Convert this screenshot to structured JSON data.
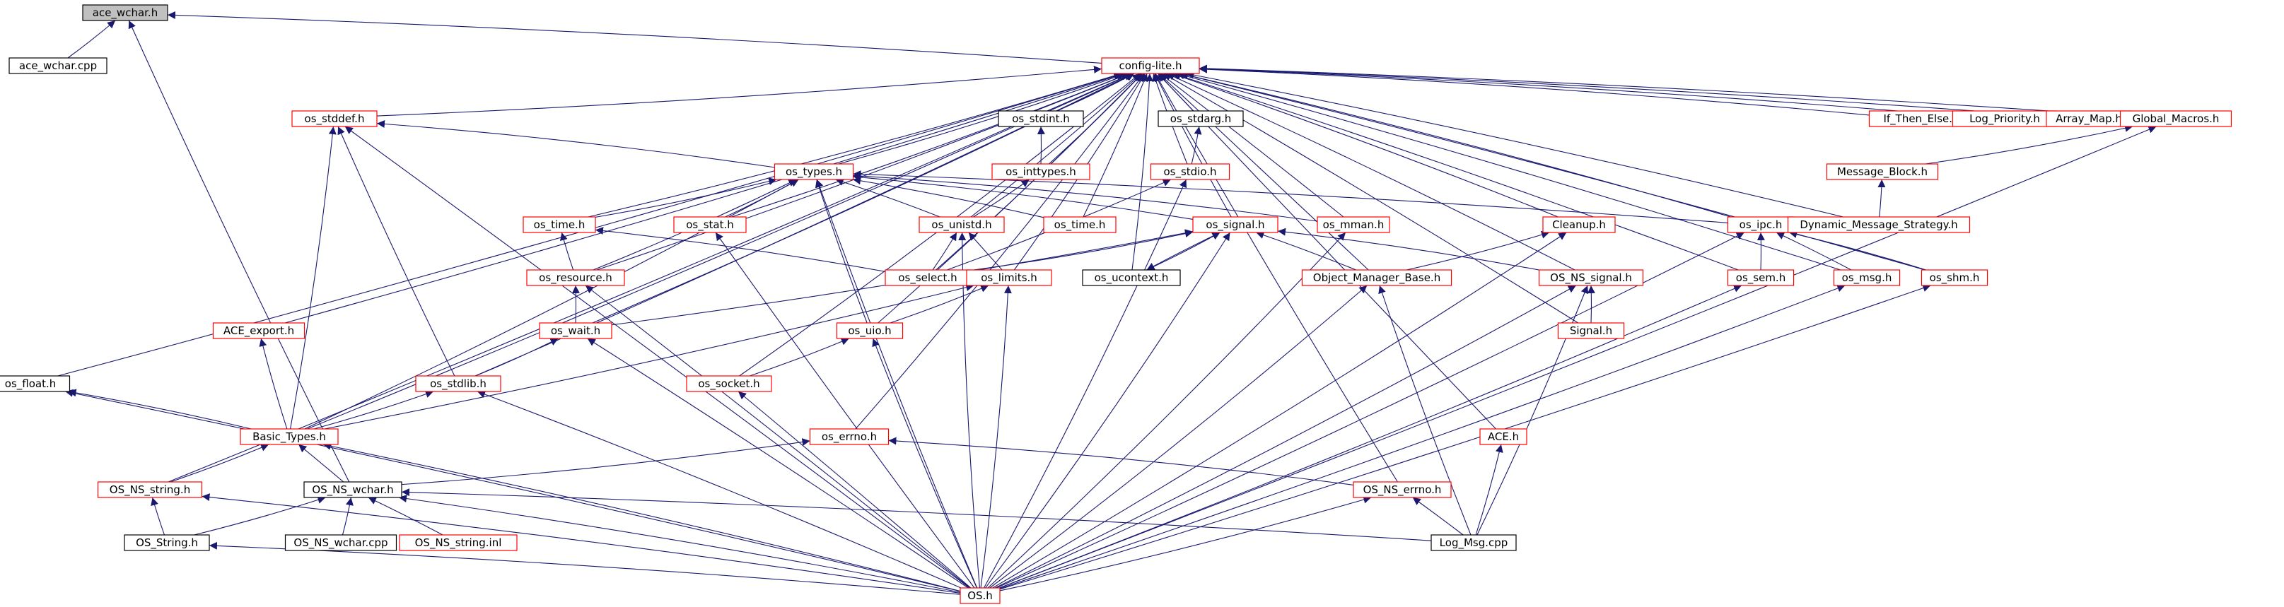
{
  "colors": {
    "red_border": "#ff0000",
    "black_border": "#000000",
    "root_fill": "#c0c0c0",
    "node_fill": "#ffffff",
    "edge": "#191970"
  },
  "nodes": [
    {
      "id": "ace_wchar_h",
      "label": "ace_wchar.h",
      "style": "root"
    },
    {
      "id": "ace_wchar_cpp",
      "label": "ace_wchar.cpp",
      "style": "black"
    },
    {
      "id": "config_lite_h",
      "label": "config-lite.h",
      "style": "red"
    },
    {
      "id": "os_stddef_h",
      "label": "os_stddef.h",
      "style": "red"
    },
    {
      "id": "os_stdint_h",
      "label": "os_stdint.h",
      "style": "black"
    },
    {
      "id": "os_stdarg_h",
      "label": "os_stdarg.h",
      "style": "black"
    },
    {
      "id": "if_then_else_h",
      "label": "If_Then_Else.h",
      "style": "red"
    },
    {
      "id": "log_priority_h",
      "label": "Log_Priority.h",
      "style": "red"
    },
    {
      "id": "array_map_h",
      "label": "Array_Map.h",
      "style": "red"
    },
    {
      "id": "global_macros_h",
      "label": "Global_Macros.h",
      "style": "red"
    },
    {
      "id": "os_types_h",
      "label": "os_types.h",
      "style": "red"
    },
    {
      "id": "os_inttypes_h",
      "label": "os_inttypes.h",
      "style": "red"
    },
    {
      "id": "os_stdio_h",
      "label": "os_stdio.h",
      "style": "red"
    },
    {
      "id": "message_block_h",
      "label": "Message_Block.h",
      "style": "red"
    },
    {
      "id": "os_time_h",
      "label": "os_time.h",
      "style": "red"
    },
    {
      "id": "os_stat_h",
      "label": "os_stat.h",
      "style": "red"
    },
    {
      "id": "os_unistd_h",
      "label": "os_unistd.h",
      "style": "red"
    },
    {
      "id": "os_time_h_2",
      "label": "os_time.h",
      "style": "red"
    },
    {
      "id": "os_signal_h",
      "label": "os_signal.h",
      "style": "red"
    },
    {
      "id": "os_mman_h",
      "label": "os_mman.h",
      "style": "red"
    },
    {
      "id": "cleanup_h",
      "label": "Cleanup.h",
      "style": "red"
    },
    {
      "id": "os_ipc_h",
      "label": "os_ipc.h",
      "style": "red"
    },
    {
      "id": "dynamic_message_strategy_h",
      "label": "Dynamic_Message_Strategy.h",
      "style": "red"
    },
    {
      "id": "os_resource_h",
      "label": "os_resource.h",
      "style": "red"
    },
    {
      "id": "os_select_h",
      "label": "os_select.h",
      "style": "red"
    },
    {
      "id": "os_limits_h",
      "label": "os_limits.h",
      "style": "red"
    },
    {
      "id": "os_ucontext_h",
      "label": "os_ucontext.h",
      "style": "black"
    },
    {
      "id": "object_manager_base_h",
      "label": "Object_Manager_Base.h",
      "style": "red"
    },
    {
      "id": "os_ns_signal_h",
      "label": "OS_NS_signal.h",
      "style": "red"
    },
    {
      "id": "os_sem_h",
      "label": "os_sem.h",
      "style": "red"
    },
    {
      "id": "os_msg_h",
      "label": "os_msg.h",
      "style": "red"
    },
    {
      "id": "os_shm_h",
      "label": "os_shm.h",
      "style": "red"
    },
    {
      "id": "ace_export_h",
      "label": "ACE_export.h",
      "style": "red"
    },
    {
      "id": "os_wait_h",
      "label": "os_wait.h",
      "style": "red"
    },
    {
      "id": "os_uio_h",
      "label": "os_uio.h",
      "style": "red"
    },
    {
      "id": "signal_h",
      "label": "Signal.h",
      "style": "red"
    },
    {
      "id": "os_float_h",
      "label": "os_float.h",
      "style": "black"
    },
    {
      "id": "os_stdlib_h",
      "label": "os_stdlib.h",
      "style": "red"
    },
    {
      "id": "os_socket_h",
      "label": "os_socket.h",
      "style": "red"
    },
    {
      "id": "basic_types_h",
      "label": "Basic_Types.h",
      "style": "red"
    },
    {
      "id": "os_errno_h",
      "label": "os_errno.h",
      "style": "red"
    },
    {
      "id": "ace_h",
      "label": "ACE.h",
      "style": "red"
    },
    {
      "id": "os_ns_string_h",
      "label": "OS_NS_string.h",
      "style": "red"
    },
    {
      "id": "os_ns_wchar_h",
      "label": "OS_NS_wchar.h",
      "style": "black"
    },
    {
      "id": "os_ns_errno_h",
      "label": "OS_NS_errno.h",
      "style": "red"
    },
    {
      "id": "os_string_h",
      "label": "OS_String.h",
      "style": "black"
    },
    {
      "id": "os_ns_wchar_cpp",
      "label": "OS_NS_wchar.cpp",
      "style": "black"
    },
    {
      "id": "os_ns_string_inl",
      "label": "OS_NS_string.inl",
      "style": "red"
    },
    {
      "id": "log_msg_cpp",
      "label": "Log_Msg.cpp",
      "style": "black"
    },
    {
      "id": "os_h",
      "label": "OS.h",
      "style": "red"
    }
  ],
  "edges": [
    [
      "ace_wchar_cpp",
      "ace_wchar_h"
    ],
    [
      "config_lite_h",
      "ace_wchar_h"
    ],
    [
      "os_ns_wchar_h",
      "ace_wchar_h"
    ],
    [
      "os_stddef_h",
      "config_lite_h"
    ],
    [
      "os_stdint_h",
      "config_lite_h"
    ],
    [
      "os_stdarg_h",
      "config_lite_h"
    ],
    [
      "if_then_else_h",
      "config_lite_h"
    ],
    [
      "log_priority_h",
      "config_lite_h"
    ],
    [
      "array_map_h",
      "config_lite_h"
    ],
    [
      "global_macros_h",
      "config_lite_h"
    ],
    [
      "os_types_h",
      "config_lite_h"
    ],
    [
      "os_inttypes_h",
      "config_lite_h"
    ],
    [
      "os_stdio_h",
      "config_lite_h"
    ],
    [
      "os_time_h",
      "config_lite_h"
    ],
    [
      "os_stat_h",
      "config_lite_h"
    ],
    [
      "os_unistd_h",
      "config_lite_h"
    ],
    [
      "os_time_h_2",
      "config_lite_h"
    ],
    [
      "os_signal_h",
      "config_lite_h"
    ],
    [
      "os_mman_h",
      "config_lite_h"
    ],
    [
      "cleanup_h",
      "config_lite_h"
    ],
    [
      "os_ipc_h",
      "config_lite_h"
    ],
    [
      "dynamic_message_strategy_h",
      "config_lite_h"
    ],
    [
      "os_resource_h",
      "config_lite_h"
    ],
    [
      "os_select_h",
      "config_lite_h"
    ],
    [
      "os_limits_h",
      "config_lite_h"
    ],
    [
      "os_ucontext_h",
      "config_lite_h"
    ],
    [
      "object_manager_base_h",
      "config_lite_h"
    ],
    [
      "os_ns_signal_h",
      "config_lite_h"
    ],
    [
      "os_sem_h",
      "config_lite_h"
    ],
    [
      "os_msg_h",
      "config_lite_h"
    ],
    [
      "os_shm_h",
      "config_lite_h"
    ],
    [
      "ace_export_h",
      "config_lite_h"
    ],
    [
      "os_wait_h",
      "config_lite_h"
    ],
    [
      "os_uio_h",
      "config_lite_h"
    ],
    [
      "signal_h",
      "config_lite_h"
    ],
    [
      "os_float_h",
      "config_lite_h"
    ],
    [
      "os_stdlib_h",
      "config_lite_h"
    ],
    [
      "os_socket_h",
      "config_lite_h"
    ],
    [
      "basic_types_h",
      "config_lite_h"
    ],
    [
      "os_errno_h",
      "config_lite_h"
    ],
    [
      "ace_h",
      "config_lite_h"
    ],
    [
      "os_ns_string_h",
      "config_lite_h"
    ],
    [
      "os_ns_errno_h",
      "config_lite_h"
    ],
    [
      "os_types_h",
      "os_stddef_h"
    ],
    [
      "basic_types_h",
      "os_stddef_h"
    ],
    [
      "os_stdlib_h",
      "os_stddef_h"
    ],
    [
      "os_h",
      "os_stddef_h"
    ],
    [
      "os_inttypes_h",
      "os_stdint_h"
    ],
    [
      "os_stdio_h",
      "os_stdarg_h"
    ],
    [
      "message_block_h",
      "global_macros_h"
    ],
    [
      "os_h",
      "global_macros_h"
    ],
    [
      "os_unistd_h",
      "os_inttypes_h"
    ],
    [
      "os_time_h",
      "os_types_h"
    ],
    [
      "os_stat_h",
      "os_types_h"
    ],
    [
      "os_unistd_h",
      "os_types_h"
    ],
    [
      "os_time_h_2",
      "os_types_h"
    ],
    [
      "os_signal_h",
      "os_types_h"
    ],
    [
      "os_mman_h",
      "os_types_h"
    ],
    [
      "os_ipc_h",
      "os_types_h"
    ],
    [
      "os_resource_h",
      "os_types_h"
    ],
    [
      "os_uio_h",
      "os_types_h"
    ],
    [
      "basic_types_h",
      "os_types_h"
    ],
    [
      "os_h",
      "os_types_h"
    ],
    [
      "os_select_h",
      "os_stdio_h"
    ],
    [
      "os_h",
      "os_stdio_h"
    ],
    [
      "dynamic_message_strategy_h",
      "message_block_h"
    ],
    [
      "os_resource_h",
      "os_time_h"
    ],
    [
      "os_select_h",
      "os_time_h"
    ],
    [
      "os_h",
      "os_stat_h"
    ],
    [
      "os_select_h",
      "os_unistd_h"
    ],
    [
      "os_limits_h",
      "os_unistd_h"
    ],
    [
      "os_h",
      "os_unistd_h"
    ],
    [
      "os_select_h",
      "os_signal_h"
    ],
    [
      "os_ucontext_h",
      "os_signal_h"
    ],
    [
      "object_manager_base_h",
      "os_signal_h"
    ],
    [
      "os_ns_signal_h",
      "os_signal_h"
    ],
    [
      "os_wait_h",
      "os_signal_h"
    ],
    [
      "os_h",
      "os_signal_h"
    ],
    [
      "os_h",
      "os_mman_h"
    ],
    [
      "object_manager_base_h",
      "cleanup_h"
    ],
    [
      "os_h",
      "cleanup_h"
    ],
    [
      "os_sem_h",
      "os_ipc_h"
    ],
    [
      "os_msg_h",
      "os_ipc_h"
    ],
    [
      "os_shm_h",
      "os_ipc_h"
    ],
    [
      "os_h",
      "os_ipc_h"
    ],
    [
      "os_wait_h",
      "os_resource_h"
    ],
    [
      "os_h",
      "os_resource_h"
    ],
    [
      "os_uio_h",
      "os_limits_h"
    ],
    [
      "basic_types_h",
      "os_limits_h"
    ],
    [
      "os_h",
      "os_limits_h"
    ],
    [
      "os_signal_h",
      "os_ucontext_h"
    ],
    [
      "log_msg_cpp",
      "object_manager_base_h"
    ],
    [
      "os_h",
      "object_manager_base_h"
    ],
    [
      "signal_h",
      "os_ns_signal_h"
    ],
    [
      "log_msg_cpp",
      "os_ns_signal_h"
    ],
    [
      "os_h",
      "os_ns_signal_h"
    ],
    [
      "os_h",
      "os_sem_h"
    ],
    [
      "os_h",
      "os_msg_h"
    ],
    [
      "os_h",
      "os_shm_h"
    ],
    [
      "basic_types_h",
      "ace_export_h"
    ],
    [
      "os_stdlib_h",
      "os_wait_h"
    ],
    [
      "os_h",
      "os_wait_h"
    ],
    [
      "os_socket_h",
      "os_uio_h"
    ],
    [
      "os_h",
      "os_uio_h"
    ],
    [
      "os_h",
      "os_float_h"
    ],
    [
      "basic_types_h",
      "os_float_h"
    ],
    [
      "basic_types_h",
      "os_stdlib_h"
    ],
    [
      "os_h",
      "os_stdlib_h"
    ],
    [
      "os_h",
      "os_socket_h"
    ],
    [
      "os_ns_string_h",
      "basic_types_h"
    ],
    [
      "os_ns_wchar_h",
      "basic_types_h"
    ],
    [
      "os_h",
      "basic_types_h"
    ],
    [
      "os_ns_wchar_h",
      "os_errno_h"
    ],
    [
      "os_ns_errno_h",
      "os_errno_h"
    ],
    [
      "log_msg_cpp",
      "ace_h"
    ],
    [
      "os_string_h",
      "os_ns_string_h"
    ],
    [
      "os_h",
      "os_ns_string_h"
    ],
    [
      "os_string_h",
      "os_ns_wchar_h"
    ],
    [
      "os_ns_wchar_cpp",
      "os_ns_wchar_h"
    ],
    [
      "os_ns_string_inl",
      "os_ns_wchar_h"
    ],
    [
      "log_msg_cpp",
      "os_ns_wchar_h"
    ],
    [
      "os_h",
      "os_ns_wchar_h"
    ],
    [
      "log_msg_cpp",
      "os_ns_errno_h"
    ],
    [
      "os_h",
      "os_ns_errno_h"
    ],
    [
      "os_h",
      "os_string_h"
    ]
  ]
}
